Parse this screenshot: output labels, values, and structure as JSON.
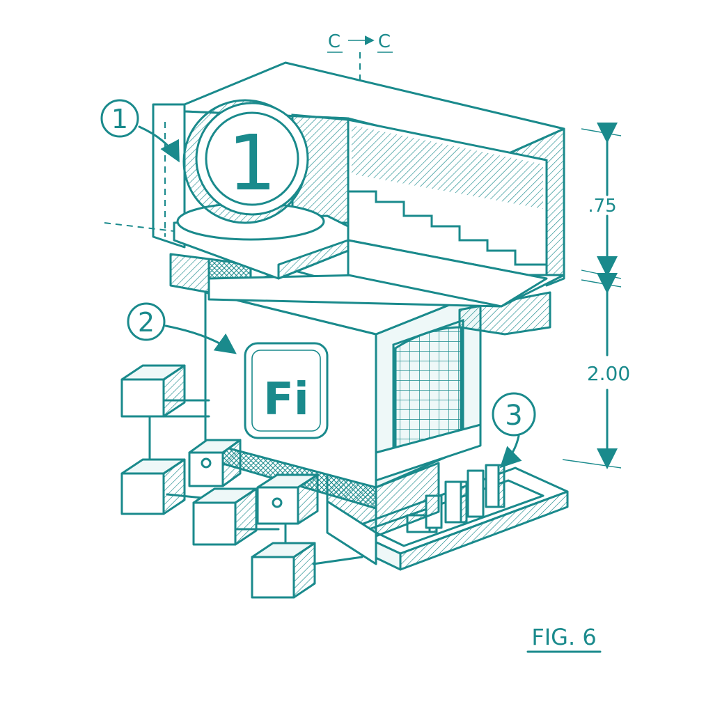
{
  "figure": {
    "section_marker": {
      "left": "C",
      "right": "C"
    },
    "callouts": [
      "1",
      "2",
      "3"
    ],
    "coin_numeral": "1",
    "logo_text": "Fi",
    "dimensions": [
      ".75",
      "2.00"
    ],
    "caption": "FIG. 6"
  },
  "colors": {
    "ink": "#1a8a8c",
    "paper": "#ffffff"
  }
}
